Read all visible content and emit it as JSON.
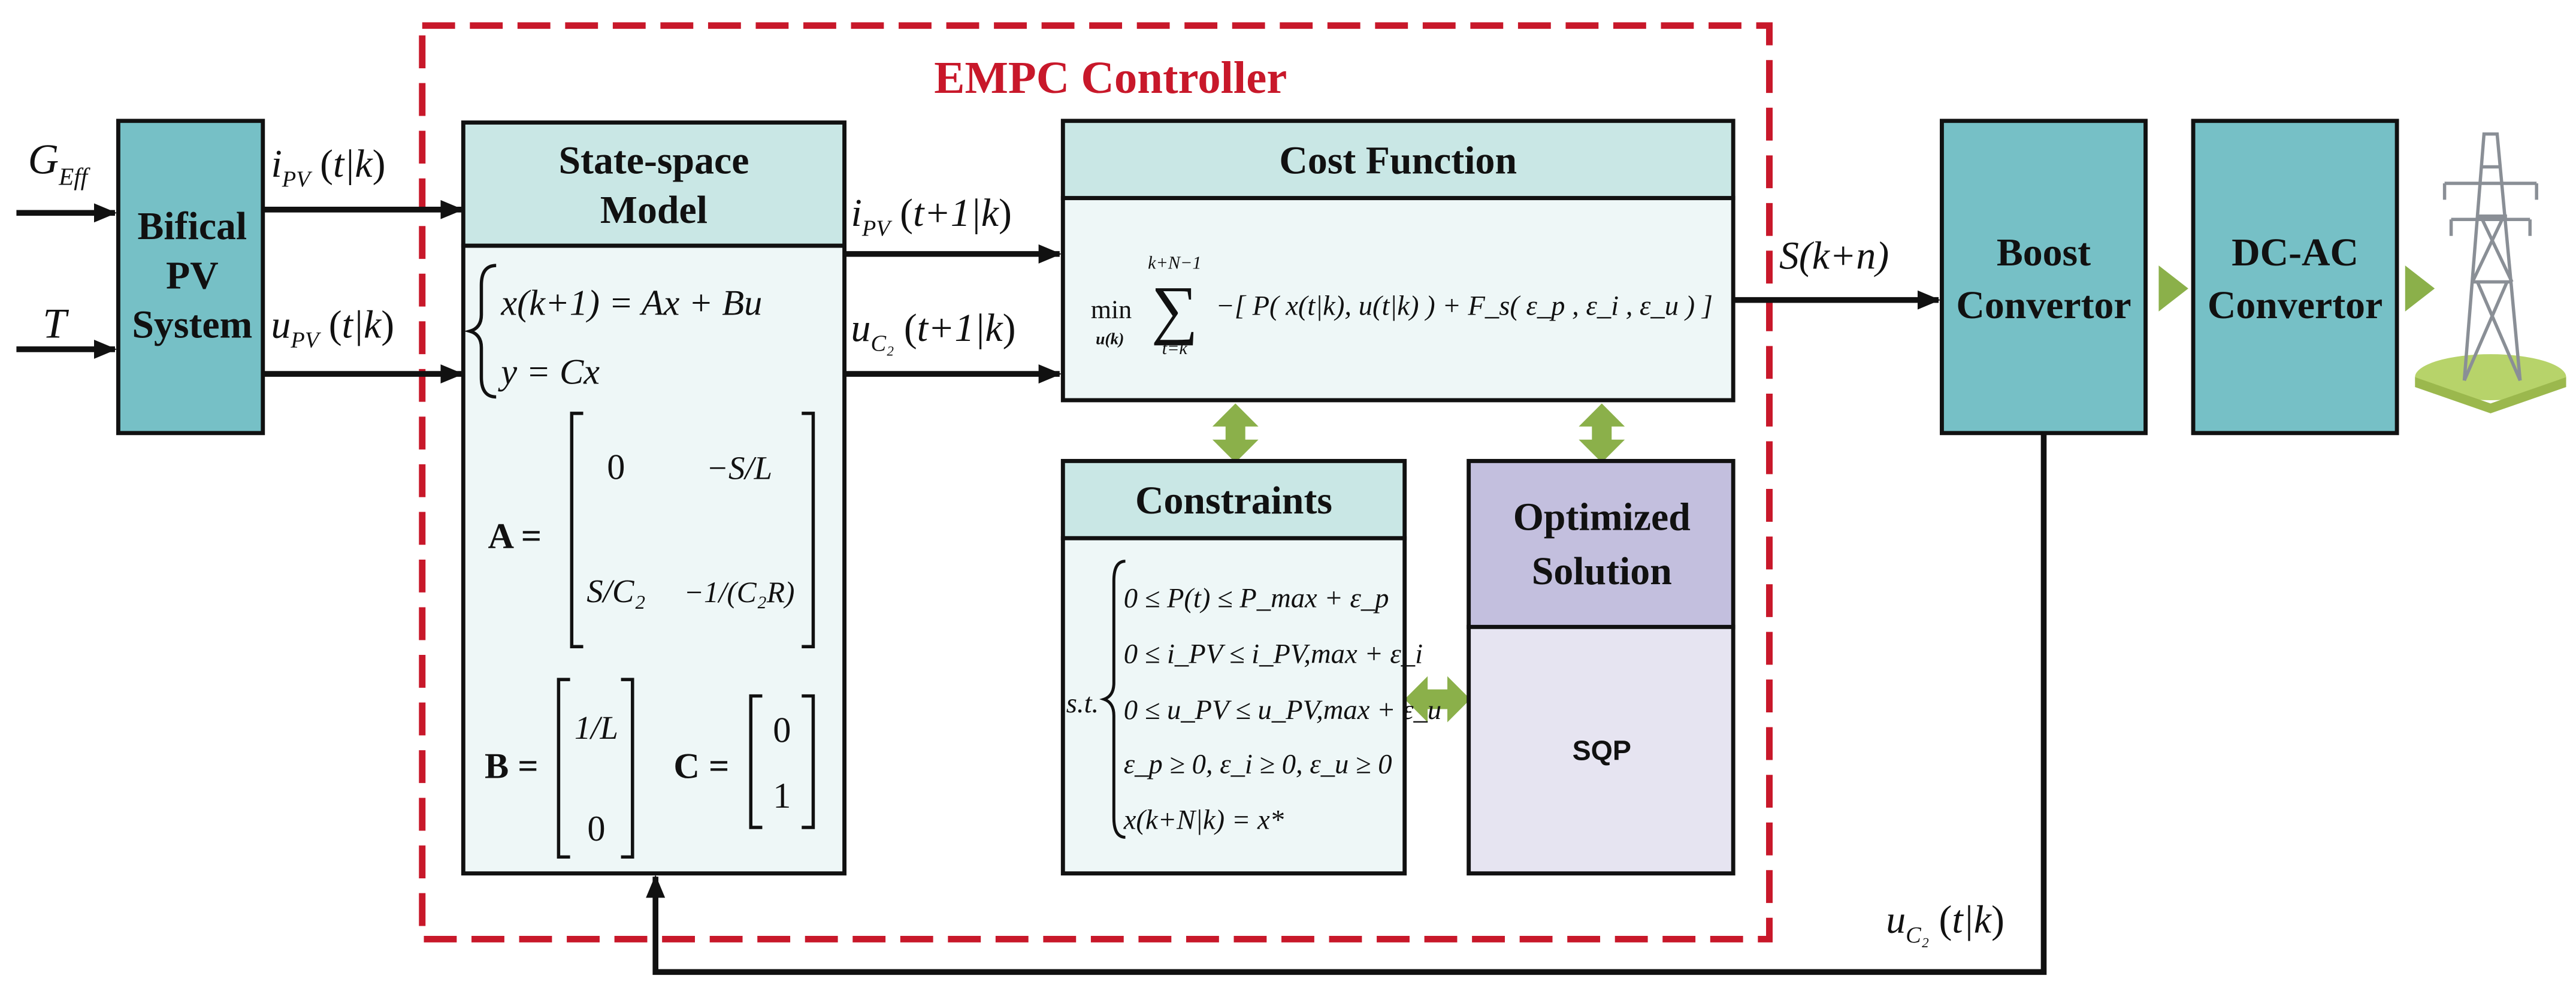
{
  "title": "EMPC Controller",
  "inputs": {
    "g_eff": {
      "base": "G",
      "sub": "Eff"
    },
    "t": "T"
  },
  "pv_block": {
    "line1": "Bifical",
    "line2": "PV",
    "line3": "System"
  },
  "signals": {
    "ipv_tk": {
      "base": "i",
      "sub": "PV",
      "arg": "t|k"
    },
    "upv_tk": {
      "base": "u",
      "sub": "PV",
      "arg": "t|k"
    },
    "ipv_t1k": {
      "base": "i",
      "sub": "PV",
      "arg": "t+1|k"
    },
    "uc2_t1k": {
      "base": "u",
      "sub": "C₂",
      "arg": "t+1|k"
    },
    "s_kn": "S(k+n)",
    "uc2_tk": {
      "base": "u",
      "sub": "C₂",
      "arg": "t|k"
    }
  },
  "state_space": {
    "title1": "State-space",
    "title2": "Model",
    "eq1": "x(k+1) = Ax + Bu",
    "eq2": "y = Cx",
    "a_label": "A =",
    "a_matrix": [
      "0",
      "−S/L",
      "S/C₂",
      "−1/(C₂R)"
    ],
    "b_label": "B =",
    "b_matrix": [
      "1/L",
      "0"
    ],
    "c_label": "C =",
    "c_matrix": [
      "0",
      "1"
    ]
  },
  "cost": {
    "title": "Cost Function",
    "min": "min",
    "min_sub": "u(k)",
    "sum_top": "k+N−1",
    "sum_bottom": "t=k",
    "expr": "−[ P( x(t|k), u(t|k) ) + F_s( ε_p , ε_i , ε_u ) ]"
  },
  "constraints": {
    "title": "Constraints",
    "st": "s.t.",
    "lines": [
      "0 ≤ P(t) ≤ P_max + ε_p",
      "0 ≤ i_PV ≤ i_PV,max + ε_i",
      "0 ≤ u_PV ≤ u_PV,max + ε_u",
      "ε_p ≥ 0, ε_i ≥ 0, ε_u ≥ 0",
      "x(k+N|k) = x*"
    ]
  },
  "optimized": {
    "line1": "Optimized",
    "line2": "Solution",
    "solver": "SQP"
  },
  "boost": {
    "line1": "Boost",
    "line2": "Convertor"
  },
  "dcac": {
    "line1": "DC-AC",
    "line2": "Convertor"
  },
  "colors": {
    "teal": "#76c0c6",
    "header": "#c9e7e5",
    "body": "#eef7f7",
    "purple": "#c3bfde",
    "lavender": "#e6e4f1",
    "red_dash": "#c8182a",
    "green_arrow": "#8bb04a"
  }
}
